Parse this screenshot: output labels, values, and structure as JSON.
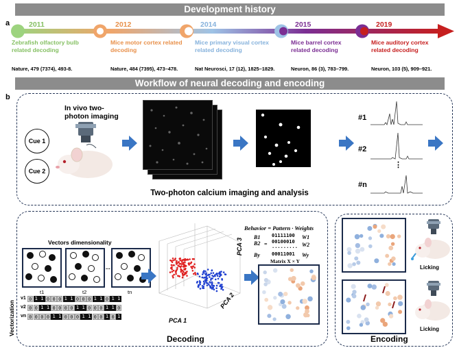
{
  "banners": {
    "history": "Development history",
    "workflow": "Workflow of neural decoding and encoding"
  },
  "panel_labels": {
    "a": "a",
    "b": "b"
  },
  "timeline": [
    {
      "year": "2011",
      "desc": "Zebrafish olfactory bulb related decoding",
      "ref": "Nature, 479 (7374), 493-8.",
      "color": "#9dd37f"
    },
    {
      "year": "2012",
      "desc": "Mice motor cortex related decoding",
      "ref": "Nature, 484 (7395), 473–478.",
      "color": "#f0a56a"
    },
    {
      "year": "2014",
      "desc": "Mice primary visual cortex related decoding",
      "ref": "Nat Neurosci, 17 (12), 1825–1829.",
      "color": "#9ec3e6"
    },
    {
      "year": "2015",
      "desc": "Mice barrel cortex related decoding",
      "ref": "Neuron, 86 (3), 783–799.",
      "color": "#7b2e93"
    },
    {
      "year": "2019",
      "desc": "Mice auditory cortex related decoding",
      "ref": "Neuron, 103 (5), 909–921.",
      "color": "#c61f1f"
    }
  ],
  "imaging": {
    "title": "In vivo two-photon imaging",
    "cue1": "Cue 1",
    "cue2": "Cue 2",
    "caption": "Two-photon calcium imaging and analysis",
    "traces": [
      "#1",
      "#2",
      "#n"
    ],
    "ellipsis": "⋮"
  },
  "decoding": {
    "vectors_title": "Vectors dimensionality",
    "time_labels": [
      "t1",
      "t2",
      "tn"
    ],
    "panel_gap": "...",
    "vectorization": "Vectorization",
    "row_labels": [
      "v1",
      "v2",
      "vn"
    ],
    "rows": [
      "0110001100011011",
      "0011000011000110",
      "0000110001100101"
    ],
    "pca_x": "PCA 1",
    "pca_y": "PCA 2",
    "pca_z": "PCA 3",
    "equation": "Behavior = Pattern · Weights",
    "b_labels": [
      "B1",
      "B2",
      "By"
    ],
    "w_labels": [
      "W1",
      "W2",
      "Wy"
    ],
    "matrix_rows": [
      "01111100",
      "00100010",
      "·········",
      "00011001"
    ],
    "matrix_caption": "Matrix X × Y",
    "caption": "Decoding"
  },
  "encoding": {
    "licking_top": "Licking",
    "licking_bottom": "Licking",
    "caption": "Encoding"
  }
}
